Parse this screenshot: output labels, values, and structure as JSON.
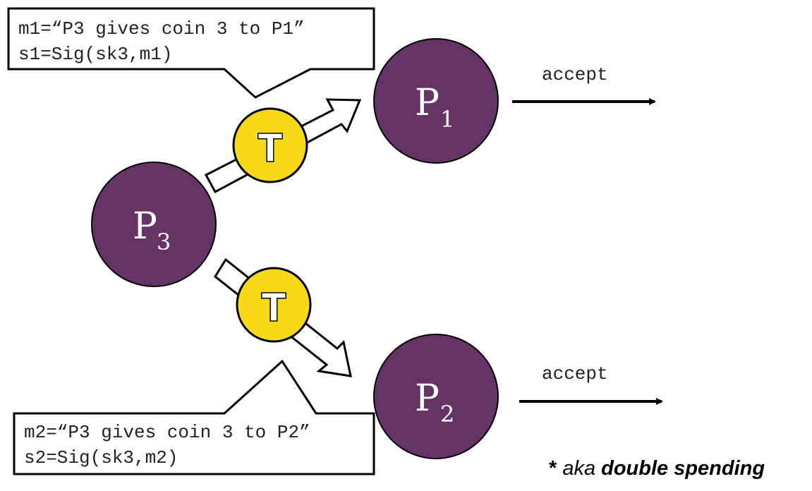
{
  "colors": {
    "node_fill": "#663366",
    "node_stroke": "#000000",
    "coin_fill": "#f7d917",
    "arrow_stroke": "#000000",
    "text": "#222222"
  },
  "messages": {
    "top": {
      "line1": "m1=“P3 gives coin 3 to P1”",
      "line2": "s1=Sig(sk3,m1)"
    },
    "bottom": {
      "line1": "m2=“P3 gives coin 3 to P2”",
      "line2": "s2=Sig(sk3,m2)"
    }
  },
  "nodes": {
    "p3": {
      "letter": "P",
      "sub": "3"
    },
    "p1": {
      "letter": "P",
      "sub": "1"
    },
    "p2": {
      "letter": "P",
      "sub": "2"
    }
  },
  "coins": {
    "top": {
      "label": "T"
    },
    "bottom": {
      "label": "T"
    }
  },
  "outputs": {
    "p1": {
      "label": "accept"
    },
    "p2": {
      "label": "accept"
    }
  },
  "footnote": {
    "prefix": "* ",
    "aka": "aka",
    "emphasis": "double spending"
  }
}
